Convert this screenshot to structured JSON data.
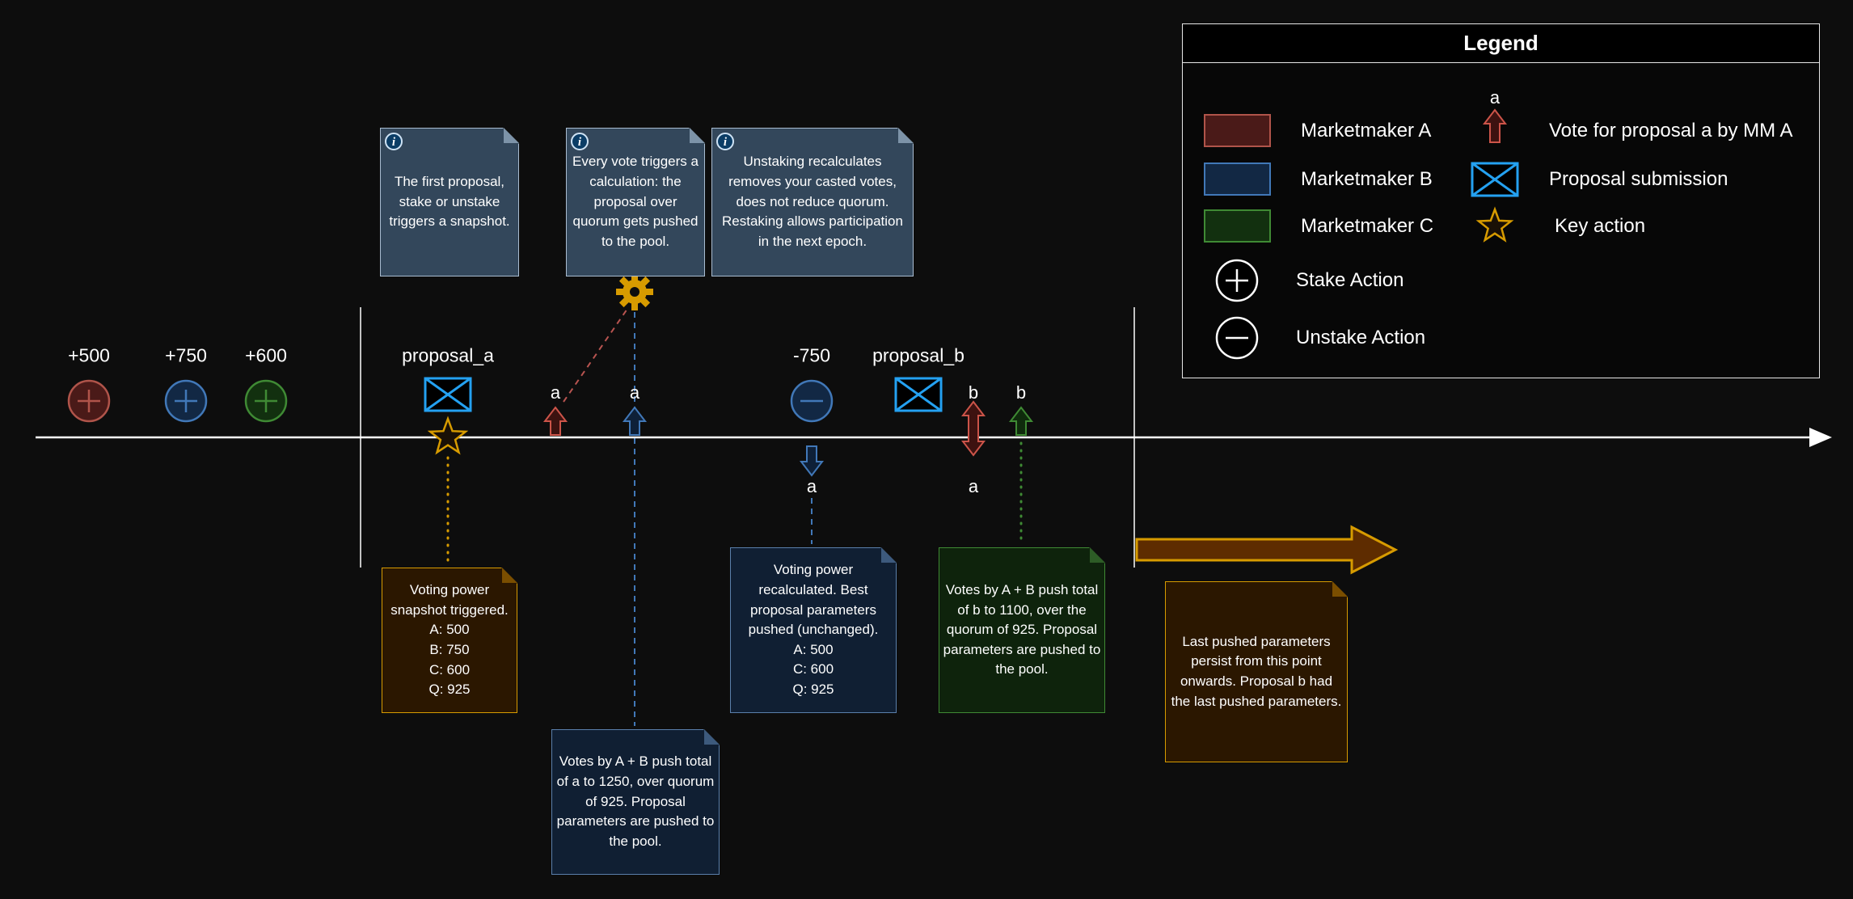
{
  "palette": {
    "background": "#0d0d0d",
    "timeline": "#ffffff",
    "marketmaker_a_fill": "#4a1a18",
    "marketmaker_a_stroke": "#b0544a",
    "marketmaker_b_fill": "#122844",
    "marketmaker_b_stroke": "#4178b8",
    "marketmaker_c_fill": "#12300f",
    "marketmaker_c_stroke": "#3f8a34",
    "proposal_blue": "#24a1f1",
    "key_action_orange": "#d79b00"
  },
  "legend": {
    "title": "Legend",
    "rows_left": [
      {
        "label": "Marketmaker A"
      },
      {
        "label": "Marketmaker B"
      },
      {
        "label": "Marketmaker C"
      },
      {
        "label": "Stake Action"
      },
      {
        "label": "Unstake Action"
      }
    ],
    "rows_right": [
      {
        "icon_label": "a",
        "label": "Vote for proposal a by MM A"
      },
      {
        "label": "Proposal submission"
      },
      {
        "label": "Key action"
      }
    ]
  },
  "timeline": {
    "stakes": [
      {
        "amount": "+500"
      },
      {
        "amount": "+750"
      },
      {
        "amount": "+600"
      }
    ],
    "proposal_a_label": "proposal_a",
    "proposal_b_label": "proposal_b",
    "unstake_amount": "-750",
    "vote_letters": {
      "a_by_mm_a": "a",
      "a_by_mm_b": "a",
      "a_removed_after_unstake": "a",
      "b_by_mm_a": "b",
      "a_removed_by_mm_a": "a",
      "b_by_mm_c": "b"
    }
  },
  "icons": {
    "info_glyph": "i"
  },
  "notes": {
    "first_proposal": "The first proposal, stake or unstake triggers a snapshot.",
    "every_vote": "Every vote triggers a calculation: the proposal over quorum gets pushed to the pool.",
    "unstaking": "Unstaking recalculates removes your casted votes, does not reduce quorum. Restaking allows participation in the next epoch.",
    "snapshot": "Voting power snapshot triggered.\nA: 500\nB: 750\nC: 600\nQ: 925",
    "push_a": "Votes by A + B push total of a to 1250, over quorum of 925. Proposal parameters are pushed to the pool.",
    "recalculated": "Voting power recalculated. Best proposal parameters pushed (unchanged).\nA: 500\nC: 600\nQ: 925",
    "push_b": "Votes by A + B push total of b to 1100, over the quorum of 925. Proposal parameters are pushed to the pool.",
    "persist": "Last pushed parameters persist from this point onwards. Proposal b had the last pushed parameters."
  }
}
